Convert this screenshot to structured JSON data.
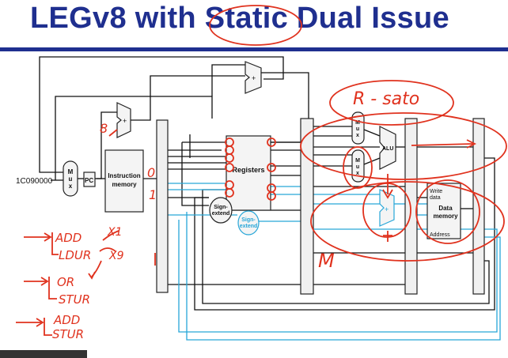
{
  "slide": {
    "title": "LEGv8 with Static Dual Issue"
  },
  "datapath": {
    "address_value": "1C090000",
    "mux_label": "M\nu\nx",
    "pc_label": "PC",
    "instruction_memory_label": "Instruction memory",
    "registers_label": "Registers",
    "alu_label": "ALU",
    "sign_extend_label": "Sign-extend",
    "sign_extend_label_2": "Sign-extend",
    "adder_symbol": "+",
    "data_memory_label": "Data memory",
    "write_data_label": "Write data",
    "address_label": "Address"
  },
  "annotations": {
    "r_type_note": "R - sato",
    "branch_number": "8",
    "m_note": "M",
    "instr_port_number": "0",
    "instr_port_number_2": "1",
    "reg_x1": "X1",
    "reg_x9": "X9",
    "instr_pairs": [
      [
        "ADD",
        "LDUR"
      ],
      [
        "OR",
        "STUR"
      ],
      [
        "ADD",
        "STUR"
      ]
    ]
  },
  "colors": {
    "title": "#1f2f8f",
    "ink": "#e0321e",
    "wire": "#111111",
    "blue_wire": "#27a6d8"
  }
}
